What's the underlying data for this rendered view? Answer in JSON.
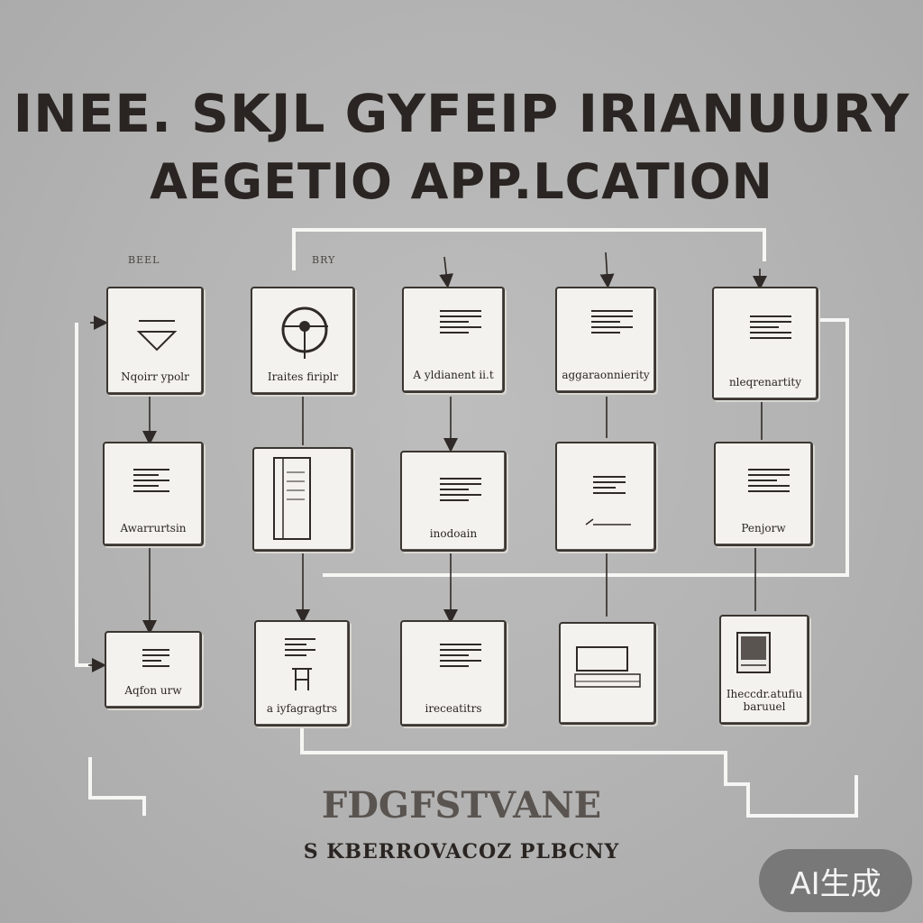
{
  "title": {
    "line1": "INEE. SKJL   GYFEIP  IRIANUURY",
    "line2": "AEGETIO APP.LCATION"
  },
  "tags": [
    "BEEL",
    "BRY"
  ],
  "nodes": [
    {
      "label": "Nqoirr ypolr",
      "icon": "triangle-icon"
    },
    {
      "label": "Iraites firiplr",
      "icon": "circle-dial-icon"
    },
    {
      "label": "A yldianent ii.t",
      "icon": "document-icon"
    },
    {
      "label": "aggaraonnierity",
      "icon": "document-icon"
    },
    {
      "label": "nleqrenartity",
      "icon": "document-icon"
    },
    {
      "label": "Awarrurtsin",
      "icon": "document-icon"
    },
    {
      "label": "",
      "icon": "book-icon"
    },
    {
      "label": "inodoain",
      "icon": "document-icon"
    },
    {
      "label": "",
      "icon": "document-icon"
    },
    {
      "label": "Penjorw",
      "icon": "document-icon"
    },
    {
      "label": "Aqfon urw",
      "icon": "document-icon"
    },
    {
      "label": "a iyfagragtrs",
      "icon": "document-icon"
    },
    {
      "label": "ireceatitrs",
      "icon": "document-icon"
    },
    {
      "label": "",
      "icon": "frame-icon"
    },
    {
      "label": "Iheccdr.atufiu baruuel",
      "icon": "picture-icon"
    }
  ],
  "footer": {
    "line1": "FDGFSTVANE",
    "line2": "S KBERROVACOZ PLBCNY"
  },
  "badge": "AI生成"
}
